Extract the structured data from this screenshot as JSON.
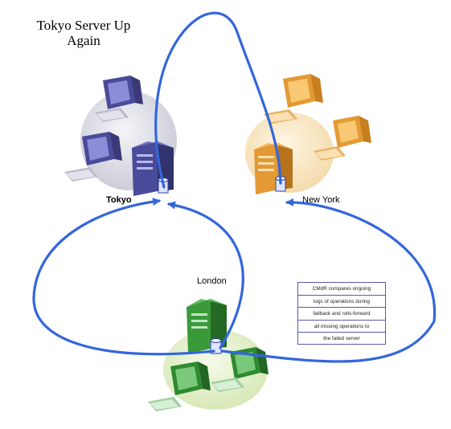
{
  "title": {
    "line1": "Tokyo Server Up",
    "line2": "Again"
  },
  "sites": {
    "tokyo": {
      "label": "Tokyo"
    },
    "new_york": {
      "label": "New York"
    },
    "london": {
      "label": "London"
    }
  },
  "note": {
    "lines": [
      "CMdR compares ongoing",
      "logs of operations during",
      "failback and rolls-forward",
      "all missing operations to",
      "the failed server"
    ]
  },
  "colors": {
    "arrow": "#3366dd",
    "tokyo_monitor": "#7a78c8",
    "ny_monitor": "#f2ae48",
    "london_monitor": "#46a846",
    "note_border": "#5a5aa8"
  }
}
